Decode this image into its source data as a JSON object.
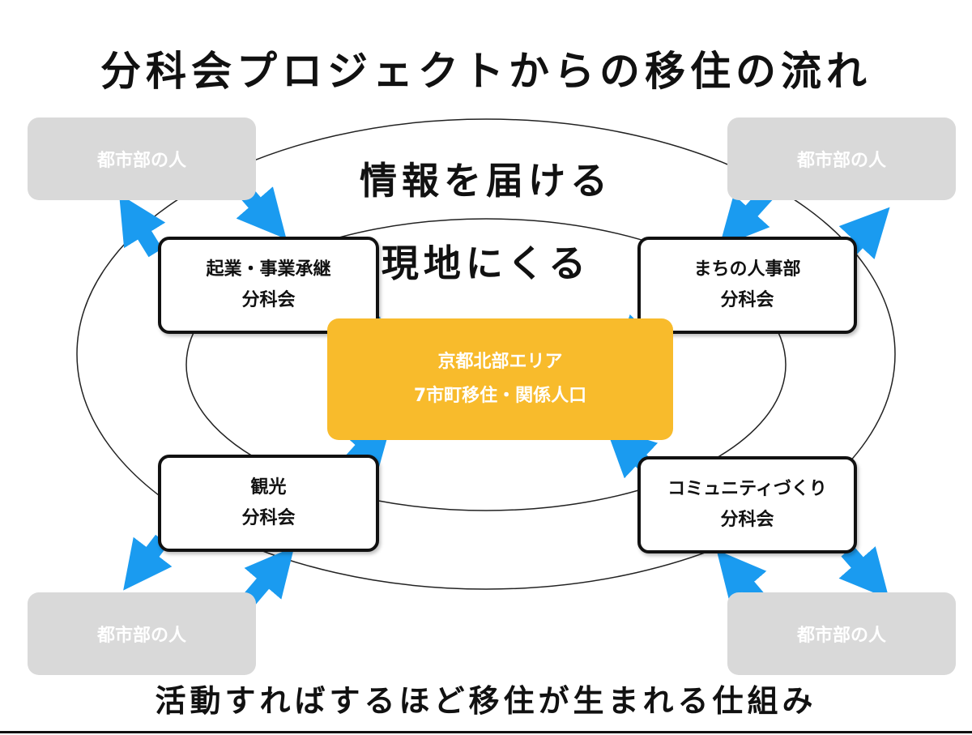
{
  "title": "分科会プロジェクトからの移住の流れ",
  "rings": {
    "outer_label": "情報を届ける",
    "inner_label": "現地にくる"
  },
  "city_boxes": [
    {
      "label": "都市部の人"
    },
    {
      "label": "都市部の人"
    },
    {
      "label": "都市部の人"
    },
    {
      "label": "都市部の人"
    }
  ],
  "groups": {
    "startup": {
      "line1": "起業・事業承継",
      "line2": "分科会"
    },
    "hr": {
      "line1": "まちの人事部",
      "line2": "分科会"
    },
    "tourism": {
      "line1": "観光",
      "line2": "分科会"
    },
    "community": {
      "line1": "コミュニティづくり",
      "line2": "分科会"
    }
  },
  "center": {
    "line1": "京都北部エリア",
    "line2": "7市町移住・関係人口"
  },
  "footer": "活動すればするほど移住が生まれる仕組み",
  "colors": {
    "arrow": "#1a9bf0",
    "center_fill": "#f8bb2c",
    "city_fill": "#d9d9d9",
    "outline": "#111111"
  }
}
